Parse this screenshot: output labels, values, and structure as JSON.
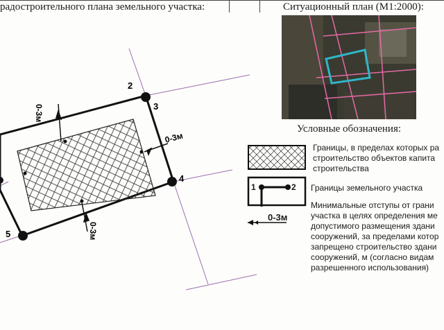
{
  "header": {
    "plan_title": "радостроительного плана земельного участка:",
    "situational_title": "Ситуационный план (М1:2000):"
  },
  "drawing": {
    "setback_labels": [
      "0-3м",
      "0-3м",
      "0-3м"
    ],
    "point_labels": [
      "2",
      "3",
      "4",
      "5"
    ]
  },
  "legend": {
    "title": "Условные обозначения:",
    "items": [
      {
        "lines": [
          "Границы, в пределах которых ра",
          "строительство  объектов капита",
          "строительства"
        ]
      },
      {
        "point_a": "1",
        "point_b": "2",
        "lines": [
          "Границы земельного участка"
        ]
      },
      {
        "symbol_label": "0-3м",
        "lines": [
          "Минимальные отступы от грани",
          "участка в целях определения ме",
          "допустимого размещения здани",
          "сооружений, за пределами котор",
          "запрещено строительство здани",
          "сооружений, м (согласно видам",
          "разрешенного использования)"
        ]
      }
    ]
  },
  "colors": {
    "ink": "#1a1a1a",
    "grid_line": "#9a6fb0",
    "parcel_outline": "#2fb6c8"
  }
}
